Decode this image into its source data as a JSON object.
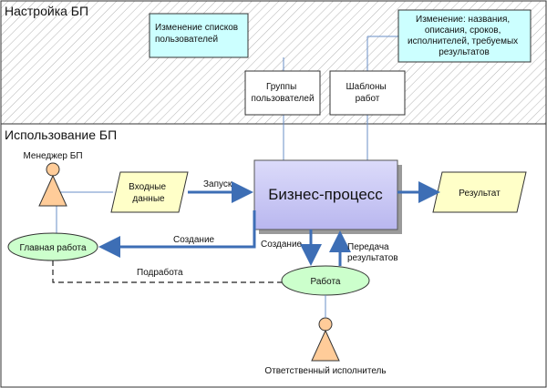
{
  "sections": {
    "setup_title": "Настройка БП",
    "usage_title": "Использование БП"
  },
  "notes": {
    "user_lists": [
      "Изменение списков",
      "пользователей"
    ],
    "templates_change": [
      "Изменение: названия,",
      "описания, сроков,",
      "исполнителей, требуемых",
      "результатов"
    ]
  },
  "boxes": {
    "user_groups": [
      "Группы",
      "пользователей"
    ],
    "work_templates": [
      "Шаблоны",
      "работ"
    ],
    "business_process": "Бизнес-процесс"
  },
  "actors": {
    "manager": "Менеджер БП",
    "executor": "Ответственный исполнитель"
  },
  "data_shapes": {
    "input": [
      "Входные",
      "данные"
    ],
    "result": "Результат"
  },
  "ellipses": {
    "main_work": "Главная работа",
    "work": "Работа"
  },
  "arrows": {
    "launch": "Запуск",
    "create_main": "Создание",
    "create_work": "Создание",
    "transfer": [
      "Передача",
      "результатов"
    ],
    "subwork": "Подработа"
  },
  "colors": {
    "process_fill": "#c9c8f5",
    "note_fill": "#ccffff",
    "data_fill": "#ffffc8",
    "ellipse_fill": "#ccffcc",
    "actor_fill": "#ffcc99",
    "arrow_blue": "#3d6eb5"
  }
}
